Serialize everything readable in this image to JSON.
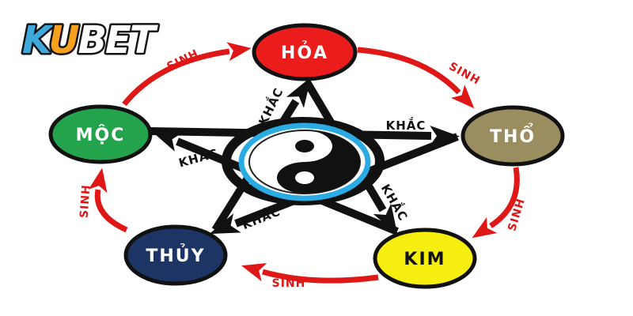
{
  "logo": {
    "text": "KUBET",
    "segments": [
      {
        "text": "K",
        "color": "#3fa9dc"
      },
      {
        "text": "U",
        "color": "#f6a01e"
      },
      {
        "text": "BET",
        "color": "#ffffff"
      }
    ]
  },
  "diagram": {
    "nodes": {
      "hoa": {
        "label": "HỎA",
        "color": "#eb1c1c",
        "text_color": "#ffffff"
      },
      "tho": {
        "label": "THỔ",
        "color": "#9a8d5f",
        "text_color": "#ffffff"
      },
      "kim": {
        "label": "KIM",
        "color": "#f6ee0e",
        "text_color": "#121212"
      },
      "thuy": {
        "label": "THỦY",
        "color": "#1c3564",
        "text_color": "#ffffff"
      },
      "moc": {
        "label": "MỘC",
        "color": "#23a34b",
        "text_color": "#ffffff"
      }
    },
    "cycles": {
      "generating": {
        "label": "SINH",
        "color": "#e01717",
        "arrows": [
          [
            "moc",
            "hoa"
          ],
          [
            "hoa",
            "tho"
          ],
          [
            "tho",
            "kim"
          ],
          [
            "kim",
            "thuy"
          ],
          [
            "thuy",
            "moc"
          ]
        ]
      },
      "overcoming": {
        "label": "KHẮC",
        "color": "#111111",
        "arrows": [
          [
            "moc",
            "tho"
          ],
          [
            "tho",
            "thuy"
          ],
          [
            "thuy",
            "hoa"
          ],
          [
            "hoa",
            "kim"
          ],
          [
            "kim",
            "moc"
          ]
        ]
      }
    },
    "center": {
      "symbol": "yin-yang",
      "ring_color": "#2aabe3"
    }
  }
}
